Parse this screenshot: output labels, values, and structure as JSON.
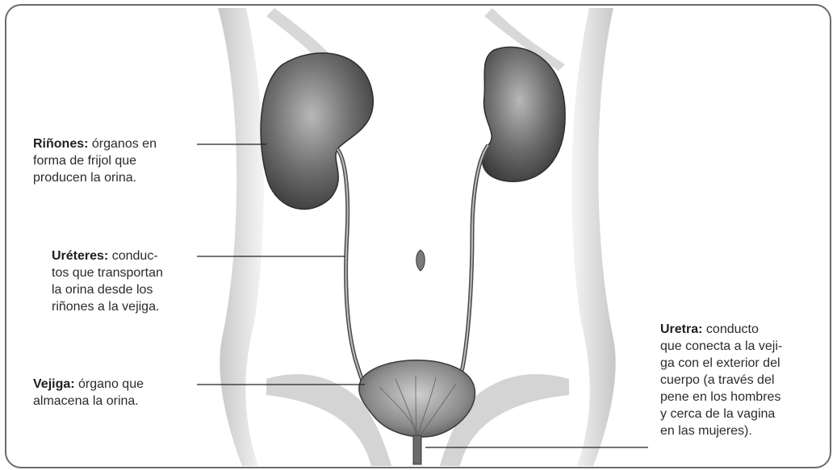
{
  "labels": {
    "rinones": {
      "term": "Riñones:",
      "line1": "órganos en",
      "line2": "forma de frijol que",
      "line3": "producen la orina."
    },
    "ureteres": {
      "term": "Uréteres:",
      "line1": "conduc-",
      "line2": "tos que transportan",
      "line3": "la orina desde los",
      "line4": "riñones a la vejiga."
    },
    "vejiga": {
      "term": "Vejiga:",
      "line1": "órgano que",
      "line2": "almacena la orina."
    },
    "uretra": {
      "term": "Uretra:",
      "line1": "conducto",
      "line2": "que conecta a la veji-",
      "line3": "ga con el exterior del",
      "line4": "cuerpo (a través del",
      "line5": "pene en los hombres",
      "line6": "y cerca de la vagina",
      "line7": "en las mujeres)."
    }
  }
}
